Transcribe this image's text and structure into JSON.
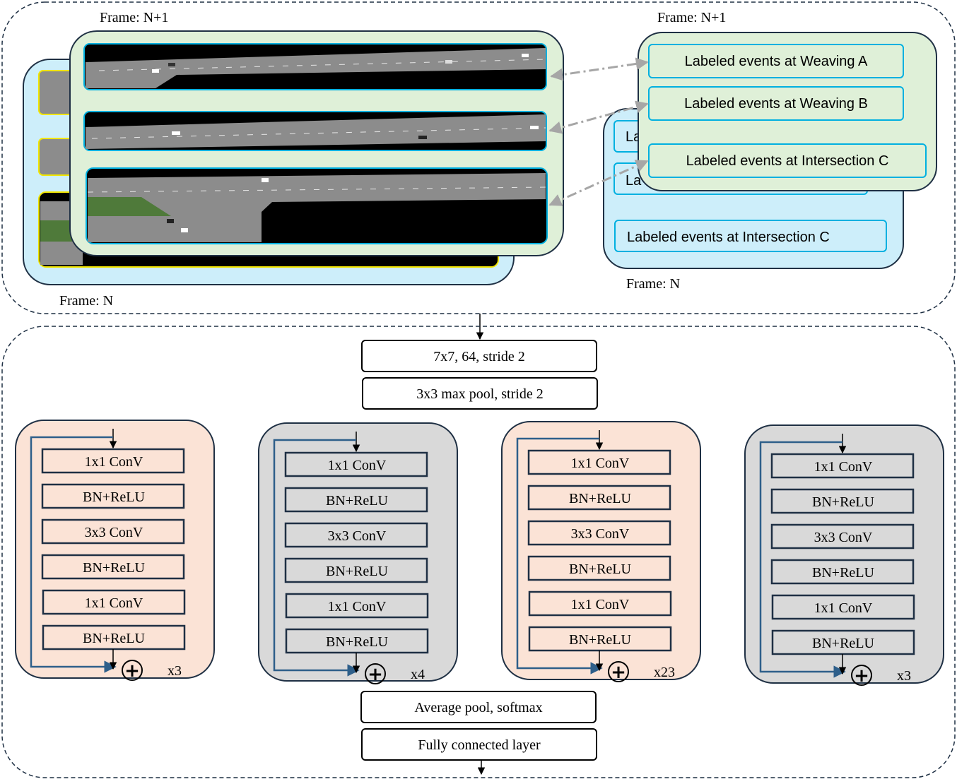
{
  "frame_labels": {
    "video_n1": "Frame: N+1",
    "video_n": "Frame: N",
    "events_n1": "Frame: N+1",
    "events_n": "Frame: N"
  },
  "events_front": [
    "Labeled events at Weaving A",
    "Labeled events at Weaving B",
    "Labeled events at Intersection C"
  ],
  "events_back": [
    "La",
    "La",
    "Labeled events at Intersection C"
  ],
  "network": {
    "conv1": "7x7, 64, stride 2",
    "maxpool": "3x3 max pool, stride 2",
    "avgpool": "Average pool, softmax",
    "fc": "Fully connected layer"
  },
  "stages": [
    {
      "layers": [
        "1x1 ConV",
        "BN+ReLU",
        "3x3 ConV",
        "BN+ReLU",
        "1x1 ConV",
        "BN+ReLU"
      ],
      "repeat": "x3",
      "fill": "#fbe3d6"
    },
    {
      "layers": [
        "1x1 ConV",
        "BN+ReLU",
        "3x3 ConV",
        "BN+ReLU",
        "1x1 ConV",
        "BN+ReLU"
      ],
      "repeat": "x4",
      "fill": "#d9d9d9"
    },
    {
      "layers": [
        "1x1 ConV",
        "BN+ReLU",
        "3x3 ConV",
        "BN+ReLU",
        "1x1 ConV",
        "BN+ReLU"
      ],
      "repeat": "x23",
      "fill": "#fbe3d6"
    },
    {
      "layers": [
        "1x1 ConV",
        "BN+ReLU",
        "3x3 ConV",
        "BN+ReLU",
        "1x1 ConV",
        "BN+ReLU"
      ],
      "repeat": "x3",
      "fill": "#d9d9d9"
    }
  ],
  "colors": {
    "green_panel": "#dff0d8",
    "blue_panel": "#cdeefa",
    "event_border": "#00b0e0",
    "skip_line": "#2e5f8a",
    "dashed_border": "#1f3044",
    "arrow_gray": "#a6a6a6",
    "road": "#8c8c8c"
  },
  "plus_symbol": "+"
}
